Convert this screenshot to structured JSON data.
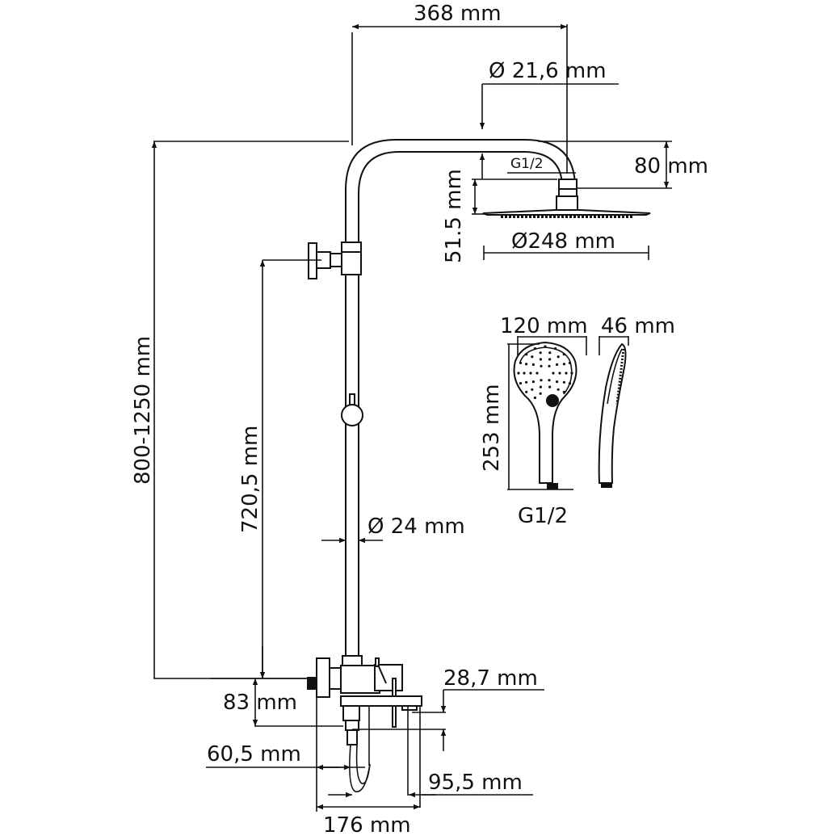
{
  "drawing": {
    "title": "Shower system dimensional drawing",
    "line_color": "#111111",
    "background": "#ffffff"
  },
  "dimensions": {
    "arm_length": "368 mm",
    "arm_pipe_diameter": "Ø 21,6 mm",
    "head_connection_thread": "G1/2",
    "head_drop": "80 mm",
    "head_height": "51.5 mm",
    "head_diameter": "Ø248 mm",
    "total_height_range": "800-1250 mm",
    "holder_height": "720,5 mm",
    "rail_diameter": "Ø 24 mm",
    "handshower_width": "120 mm",
    "handshower_depth": "46 mm",
    "handshower_length": "253 mm",
    "handshower_thread": "G1/2",
    "mixer_outlet_offset": "83 mm",
    "spout_height": "28,7 mm",
    "hose_offset": "60,5 mm",
    "spout_projection": "95,5 mm",
    "mixer_depth": "176 mm"
  }
}
